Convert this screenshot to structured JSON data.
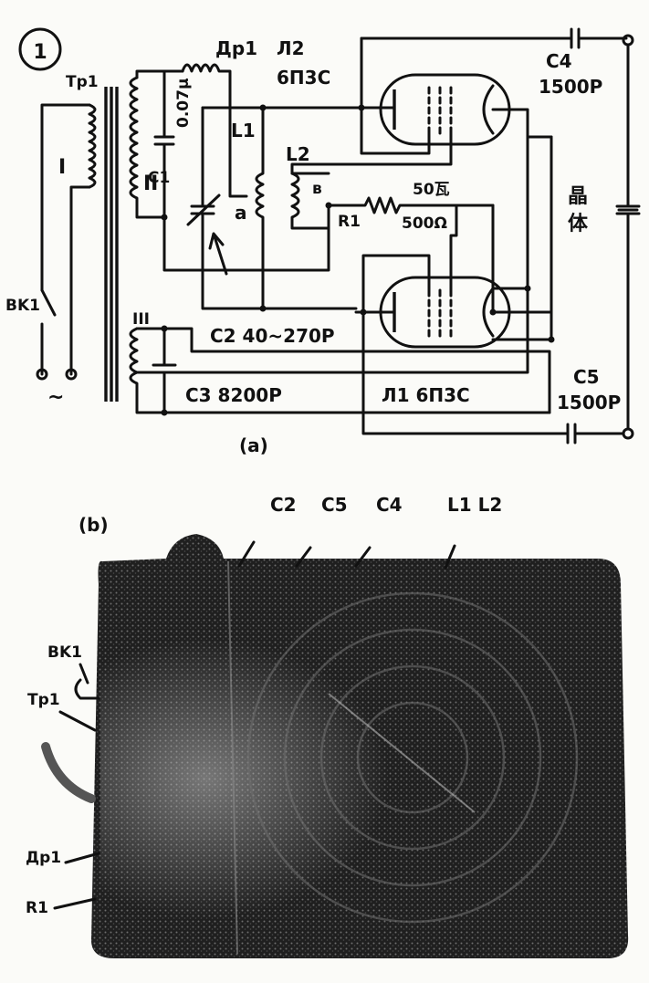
{
  "figure_number": "1",
  "schematic": {
    "caption": "(a)",
    "transformer": "Tp1",
    "winding_1": "I",
    "winding_2": "II",
    "winding_3": "III",
    "switch": "BK1",
    "ac_symbol": "~",
    "choke": "Дp1",
    "c1_label": "C1",
    "c1_value": "0.07μ",
    "c2_label": "C2 40~270P",
    "c3_label": "C3 8200P",
    "c4_label": "C4",
    "c4_value": "1500P",
    "c5_label": "C5",
    "c5_value": "1500P",
    "tube2_label": "Л2",
    "tube2_type": "6П3С",
    "tube1_label": "Л1 6П3С",
    "l1": "L1",
    "l2": "L2",
    "node_a": "a",
    "node_b": "в",
    "r1": "R1",
    "r1_power": "50瓦",
    "r1_value": "500Ω",
    "crystal": "晶\n体"
  },
  "photo": {
    "caption": "(b)",
    "top_labels": [
      "C2",
      "C5",
      "C4",
      "L1 L2"
    ],
    "left_labels": [
      "BK1",
      "Tp1",
      "Дp1",
      "R1"
    ]
  }
}
